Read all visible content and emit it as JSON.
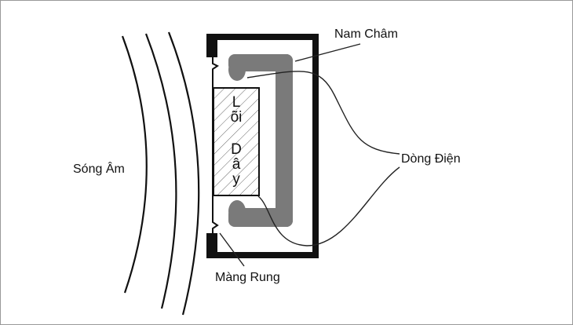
{
  "labels": {
    "magnet": "Nam Châm",
    "current": "Dòng Điện",
    "sound_wave": "Sóng Âm",
    "diaphragm": "Màng Rung",
    "core_word1": "Lõi",
    "core_word2": "Dây"
  },
  "colors": {
    "frame": "#111111",
    "magnet": "#7a7a7a",
    "line": "#222222"
  }
}
